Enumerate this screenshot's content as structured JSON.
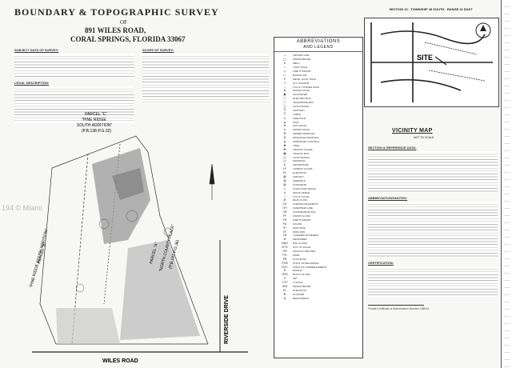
{
  "title": {
    "line1": "BOUNDARY & TOPOGRAPHIC SURVEY",
    "line2": "OF",
    "line3": "891 WILES ROAD,",
    "line4": "CORAL SPRINGS, FLORIDA 33067"
  },
  "notes_left": {
    "heading1": "SUBJECT DATA OF SURVEY:",
    "heading2": "LEGAL DESCRIPTION:",
    "heading3": "SCOPE OF SURVEY:"
  },
  "legend": {
    "title": "ABBREVIATIONS",
    "subtitle": "AND LEGEND",
    "items": [
      "CENTER LINE",
      "WATER METER",
      "WELL",
      "LIGHT POLE",
      "FIRE HYDRANT",
      "BACKFLOW",
      "METAL LIGHT POLE",
      "GUY ANCHOR",
      "UTILITY POWER POLE",
      "WATER VALVE",
      "GAS METER",
      "ELECTRIC BOX",
      "TELEPHONE BOX",
      "CATCH BASIN",
      "SANITARY",
      "CABLE",
      "FIRE POLE",
      "SIGN",
      "GAS VALVE",
      "WATER VALVE",
      "SEWER MANHOLE",
      "DRAINAGE MANHOLE",
      "SPRINKLER CONTROL",
      "TREE",
      "TRAFFIC SIGNAL",
      "TRAFFIC BOX",
      "CATCH BASIN",
      "MANHOLE",
      "CENTERLINE",
      "LOWEST FLOOR",
      "ELEVATION",
      "ASPHALT",
      "SIDEWALK",
      "CONCRETE",
      "CHAIN LINK FENCE",
      "WOOD FENCE",
      "UTILITY POLE",
      "BACK FLOW",
      "COMMON ELEMENTS",
      "OVERHEAD LINE",
      "CONCRETE BLOCK",
      "FINISH FLOOR",
      "FIRE HYDRANT",
      "FOUND",
      "IRON PIPE",
      "IRON ROD",
      "LICENSED BUSINESS",
      "MEASURED",
      "NAIL & DISK",
      "NOT TO SCALE",
      "OFFICIAL RECORD",
      "PAGE",
      "PLAT BOOK",
      "POINT OF BEGINNING",
      "POINT OF COMMENCEMENT",
      "RADIUS",
      "RIGHT OF WAY",
      "SET",
      "TYPICAL",
      "WATER METER",
      "ELEVATION",
      "PLANTER",
      "BENCHMARK"
    ]
  },
  "vicinity": {
    "header": "SECTION 10 - TOWNSHIP 48 SOUTH - RANGE 41 EAST",
    "site_label": "SITE",
    "title": "VICINITY MAP",
    "subtitle": "NOT TO SCALE"
  },
  "notes_right": {
    "heading1": "SECTION & REFERENCE DATA:",
    "heading2": "ABBREVIATIONS/NOTES:",
    "heading3": "CERTIFICATION:",
    "firm": "Florida Certificate of Authorization Number LB6114"
  },
  "plan": {
    "parcel_c": "PARCEL \"C\"",
    "parcel_c_name": "\"PINE RIDGE",
    "parcel_c_name2": "SOUTH ADDITION\"",
    "parcel_c_plat": "(P.B.138-P.G.32)",
    "parcel_b_left": "PARCEL \"B\"",
    "parcel_b_left_name": "\"PINE RIDGE SOUTH ADDITION\"",
    "parcel_a": "PARCEL \"A\"",
    "parcel_a_name": "\"NORTH COUNTY PLAZA\"",
    "parcel_a_plat": "(P.B.147-P.G.36)",
    "road_right": "RIVERSIDE DRIVE",
    "road_bottom": "WILES ROAD",
    "watermark": "194 © Miami"
  }
}
